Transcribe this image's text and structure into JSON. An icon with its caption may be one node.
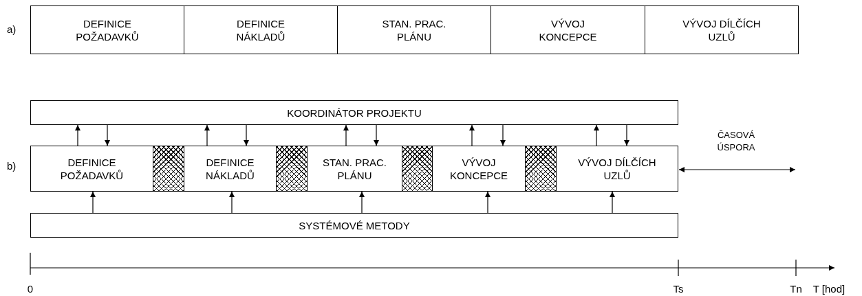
{
  "diagram": {
    "nodes": [
      {
        "text": [
          "DEFINICE POŽADAVKŮ"
        ]
      },
      {
        "text": [
          "DEFINICE NÁKLADŮ"
        ]
      },
      {
        "text": [
          "STAN. PRAC. PLÁNU"
        ]
      },
      {
        "text": [
          "VÝVOJ KONCEPCE"
        ]
      },
      {
        "text": [
          "VÝVOJ DÍLČÍCH UZLŮ"
        ]
      },
      {
        "text": [
          "KOORDINÁTOR PROJEKTU"
        ]
      },
      {
        "text": [
          "DEFINICE POŽADAVKŮ"
        ]
      },
      {
        "text": [],
        "shape": "box"
      },
      {
        "text": [
          "DEFINICE NÁKLADŮ"
        ]
      },
      {
        "text": [],
        "shape": "box"
      },
      {
        "text": [
          "STAN. PRAC. PLÁNU"
        ]
      },
      {
        "text": [],
        "shape": "box"
      },
      {
        "text": [
          "VÝVOJ KONCEPCE"
        ]
      },
      {
        "text": [],
        "shape": "box"
      },
      {
        "text": [
          "VÝVOJ DÍLČÍCH UZLŮ"
        ]
      },
      {
        "text": [
          "SYSTÉMOVÉ METODY"
        ]
      }
    ],
    "edges": [
      {
        "from": 6,
        "to": 5,
        "arrow": "to"
      },
      {
        "from": 5,
        "to": 6,
        "arrow": "to"
      },
      {
        "from": 8,
        "to": 5,
        "arrow": "to"
      },
      {
        "from": 5,
        "to": 8,
        "arrow": "to"
      },
      {
        "from": 10,
        "to": 5,
        "arrow": "to"
      },
      {
        "from": 5,
        "to": 10,
        "arrow": "to"
      },
      {
        "from": 12,
        "to": 5,
        "arrow": "to"
      },
      {
        "from": 5,
        "to": 12,
        "arrow": "to"
      },
      {
        "from": 14,
        "to": 5,
        "arrow": "to"
      },
      {
        "from": 5,
        "to": 14,
        "arrow": "to"
      },
      {
        "from": 15,
        "to": 6,
        "arrow": "to"
      },
      {
        "from": 15,
        "to": 8,
        "arrow": "to"
      },
      {
        "from": 15,
        "to": 10,
        "arrow": "to"
      },
      {
        "from": 15,
        "to": 12,
        "arrow": "to"
      },
      {
        "from": 15,
        "to": 14,
        "arrow": "to"
      }
    ],
    "labels": [
      "a)",
      "b)",
      "ČASOVÁ ÚSPORA",
      "0",
      "Ts",
      "Tn",
      "T [hod]"
    ]
  }
}
